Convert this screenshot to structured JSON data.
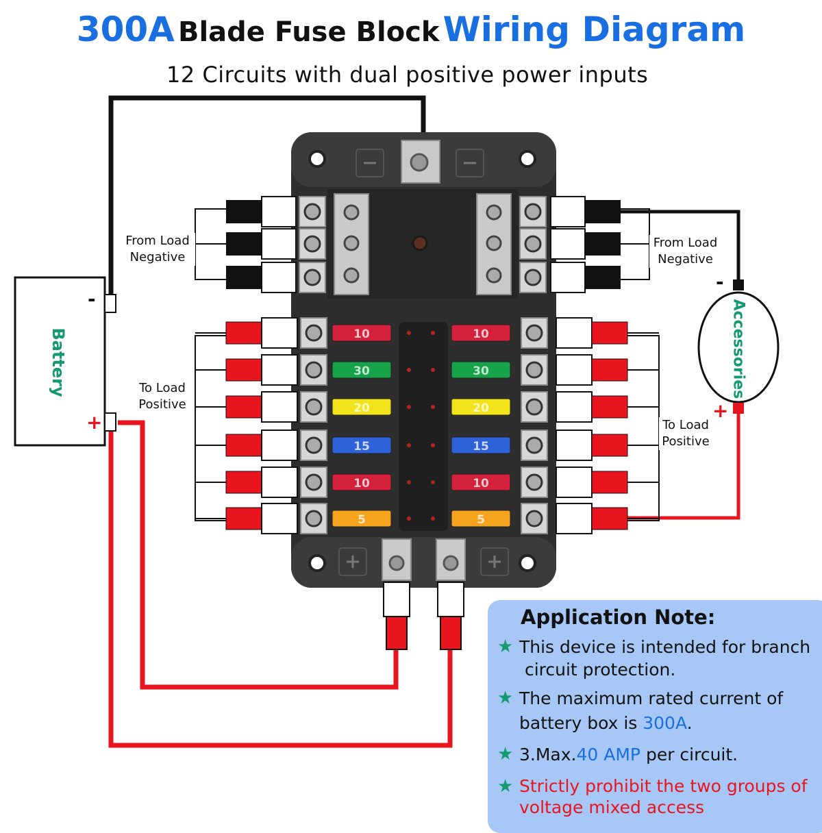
{
  "title": {
    "part1": "300A",
    "part2": "Blade Fuse Block",
    "part3": "Wiring Diagram"
  },
  "subtitle": "12 Circuits with dual positive power inputs",
  "battery": {
    "label": "Battery",
    "neg": "-",
    "pos": "+"
  },
  "accessories": {
    "label": "Accessories",
    "neg": "-",
    "pos": "+"
  },
  "labels": {
    "from_load_left": [
      "From Load",
      "Negative"
    ],
    "from_load_right": [
      "From Load",
      "Negative"
    ],
    "to_load_left": [
      "To Load",
      "Positive"
    ],
    "to_load_right": [
      "To Load",
      "Positive"
    ]
  },
  "fuses": {
    "left": [
      {
        "value": "10",
        "color": "#d4203a"
      },
      {
        "value": "30",
        "color": "#17a34a"
      },
      {
        "value": "20",
        "color": "#f2e21a"
      },
      {
        "value": "15",
        "color": "#2e62d8"
      },
      {
        "value": "10",
        "color": "#d4203a"
      },
      {
        "value": "5",
        "color": "#f6a31e"
      }
    ],
    "right": [
      {
        "value": "10",
        "color": "#d4203a"
      },
      {
        "value": "30",
        "color": "#17a34a"
      },
      {
        "value": "20",
        "color": "#f2e21a"
      },
      {
        "value": "15",
        "color": "#2e62d8"
      },
      {
        "value": "10",
        "color": "#d4203a"
      },
      {
        "value": "5",
        "color": "#f6a31e"
      }
    ]
  },
  "note": {
    "title": "Application Note:",
    "items": [
      {
        "line1": "This device is intended for branch",
        "line2": " circuit protection."
      },
      {
        "line1": "The maximum rated current of",
        "line2a": "battery box is ",
        "line2b": "300A",
        "line2c": "."
      },
      {
        "a": "3.Max.",
        "b": "40 AMP",
        "c": " per circuit."
      },
      {
        "line1": "Strictly prohibit the two groups of",
        "line2": "voltage mixed access"
      }
    ]
  },
  "colors": {
    "accent_blue": "#1a6fe0",
    "wire_red": "#e8141e",
    "wire_black": "#111111",
    "note_bg": "#a7c8f6",
    "star_green": "#159a70"
  }
}
